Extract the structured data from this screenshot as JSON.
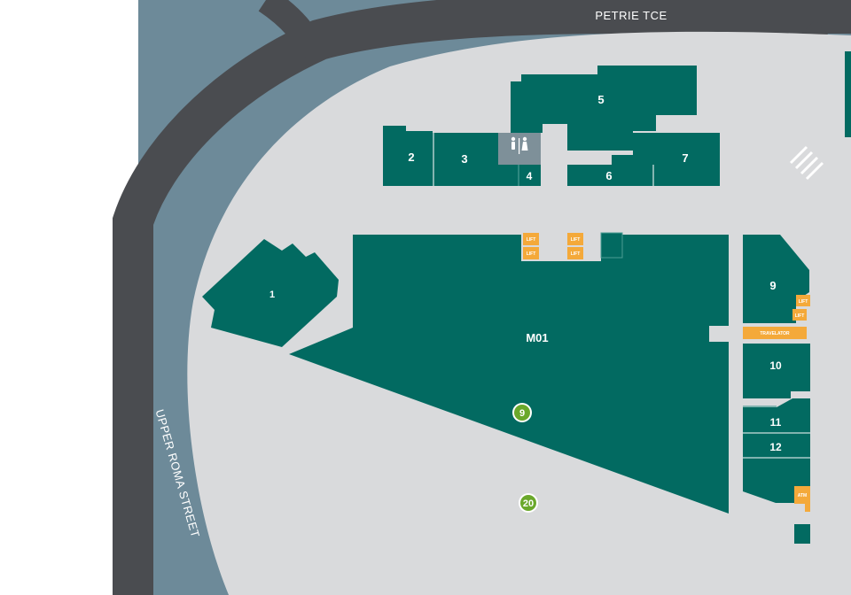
{
  "roads": {
    "top": "PETRIE TCE",
    "left": "UPPER ROMA STREET"
  },
  "units": {
    "u1": "1",
    "u2": "2",
    "u3": "3",
    "u4": "4",
    "u5": "5",
    "u6": "6",
    "u7": "7",
    "u9": "9",
    "u10": "10",
    "u11": "11",
    "u12": "12",
    "main": "M01"
  },
  "utilities": {
    "lift": "LIFT",
    "travelator": "TRAVELATOR",
    "atm": "ATM"
  },
  "markers": {
    "a": "9",
    "b": "20"
  },
  "icons": {
    "restroom": "restroom-icon",
    "crossing": "pedestrian-crossing"
  },
  "colors": {
    "shop": "#026a61",
    "road": "#4a4c50",
    "water": "#6d8a99",
    "ground": "#d9dadc",
    "utility": "#f4a93a",
    "marker": "#6aa82b",
    "restroom_bg": "#7e9099"
  }
}
